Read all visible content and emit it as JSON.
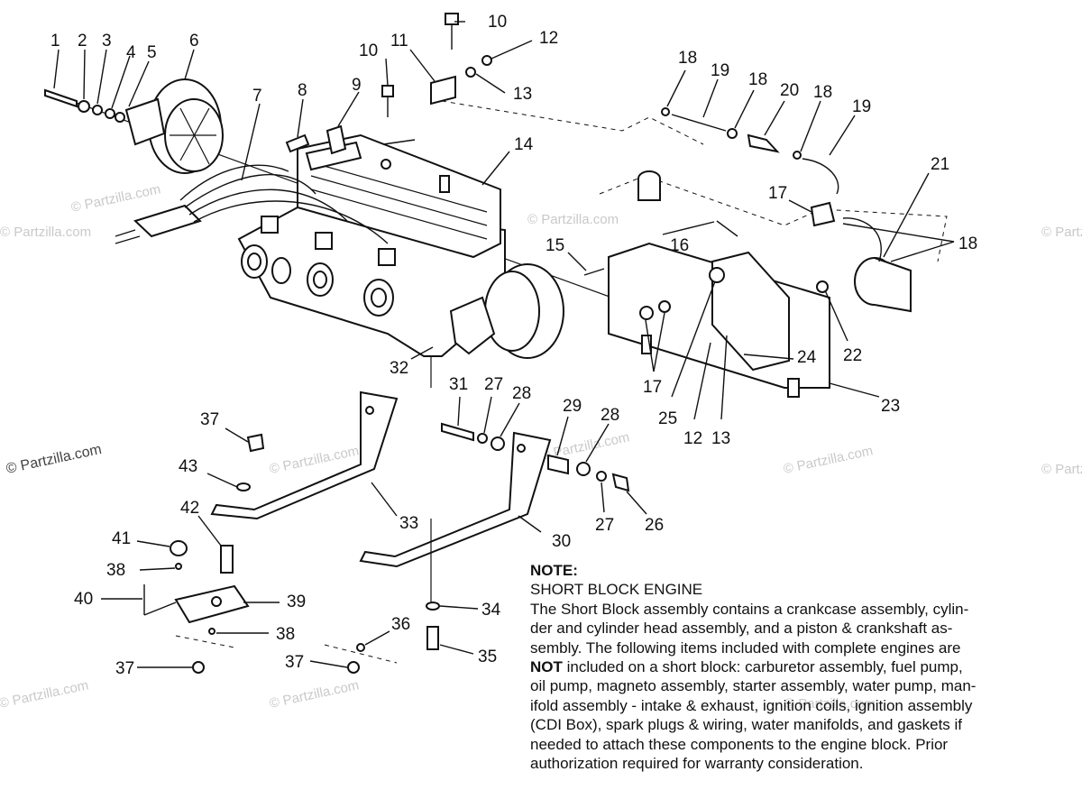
{
  "watermarks": [
    "© Partzilla.com",
    "© Partzilla.com",
    "© Partzilla.com",
    "© Partzilla.com",
    "© Partzilla.com",
    "© Partzilla.com",
    "© Partzilla.com",
    "© Partzilla.com",
    "© Partzilla.com",
    "© Partzilla.com",
    "© Partzilla.com",
    "© Partzilla.com"
  ],
  "callouts": [
    "1",
    "2",
    "3",
    "4",
    "5",
    "6",
    "7",
    "8",
    "9",
    "10",
    "10",
    "11",
    "12",
    "13",
    "14",
    "15",
    "16",
    "17",
    "17",
    "18",
    "18",
    "18",
    "18",
    "19",
    "19",
    "20",
    "21",
    "22",
    "23",
    "24",
    "25",
    "12",
    "13",
    "31",
    "27",
    "28",
    "29",
    "28",
    "27",
    "26",
    "30",
    "32",
    "33",
    "34",
    "35",
    "36",
    "37",
    "37",
    "37",
    "38",
    "38",
    "39",
    "40",
    "41",
    "42",
    "43"
  ],
  "note": {
    "heading": "NOTE:",
    "subheading": "SHORT BLOCK ENGINE",
    "line1": "The Short Block assembly contains a crankcase assembly, cylin-",
    "line2": "der and cylinder head assembly, and a piston & crankshaft as-",
    "line3": "sembly.  The following items included with complete engines are",
    "line4_bold": "NOT",
    "line4_rest": " included on a short block:  carburetor assembly, fuel pump,",
    "line5": "oil pump, magneto assembly, starter assembly, water pump, man-",
    "line6": "ifold assembly - intake & exhaust, ignition coils, ignition assembly",
    "line7": "(CDI Box), spark plugs & wiring, water manifolds, and gaskets if",
    "line8": "needed to attach these components to the engine block.  Prior",
    "line9": "authorization required for warranty consideration."
  }
}
